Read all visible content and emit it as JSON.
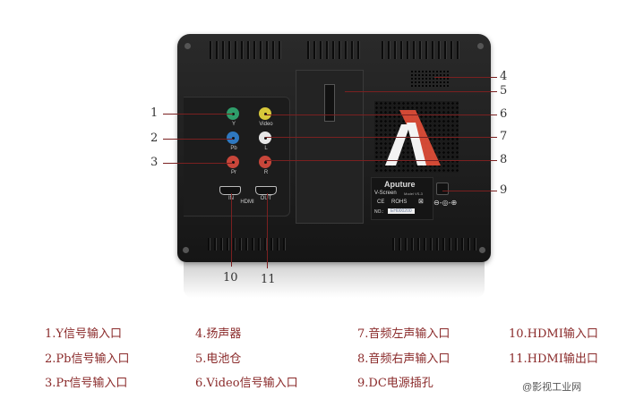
{
  "device": {
    "brand": "Aputure",
    "model_line": "V-Screen",
    "model_no": "Model VS-3",
    "certs": [
      "CE",
      "ROHS"
    ],
    "serial_prefix": "NO.:",
    "serial": "EH000200",
    "jack_labels": [
      "Y",
      "Video",
      "Pb",
      "L",
      "Pr",
      "R"
    ],
    "hdmi_labels": [
      "IN",
      "HDMI",
      "OUT"
    ],
    "jack_colors": {
      "Y": "#2f9e6a",
      "Video": "#d8c83a",
      "Pb": "#2f78c0",
      "L": "#e6e6e6",
      "Pr": "#c8463a",
      "R": "#c8463a"
    },
    "logo_color_accent": "#e8503a"
  },
  "callouts": [
    "1",
    "2",
    "3",
    "4",
    "5",
    "6",
    "7",
    "8",
    "9",
    "10",
    "11"
  ],
  "legend": [
    {
      "num": "1.",
      "text": "Y信号输入口"
    },
    {
      "num": "2.",
      "text": "Pb信号输入口"
    },
    {
      "num": "3.",
      "text": "Pr信号输入口"
    },
    {
      "num": "4.",
      "text": "扬声器"
    },
    {
      "num": "5.",
      "text": "电池仓"
    },
    {
      "num": "6.",
      "text": "Video信号输入口"
    },
    {
      "num": "7.",
      "text": "音频左声输入口"
    },
    {
      "num": "8.",
      "text": "音频右声输入口"
    },
    {
      "num": "9.",
      "text": "DC电源插孔"
    },
    {
      "num": "10.",
      "text": "HDMI输入口"
    },
    {
      "num": "11.",
      "text": "HDMI输出口"
    }
  ],
  "legend_full": [
    "1.Y信号输入口",
    "2.Pb信号输入口",
    "3.Pr信号输入口",
    "4.扬声器",
    "5.电池仓",
    "6.Video信号输入口",
    "7.音频左声输入口",
    "8.音频右声输入口",
    "9.DC电源插孔",
    "10.HDMI输入口",
    "11.HDMI输出口"
  ],
  "watermark": "@影视工业网"
}
